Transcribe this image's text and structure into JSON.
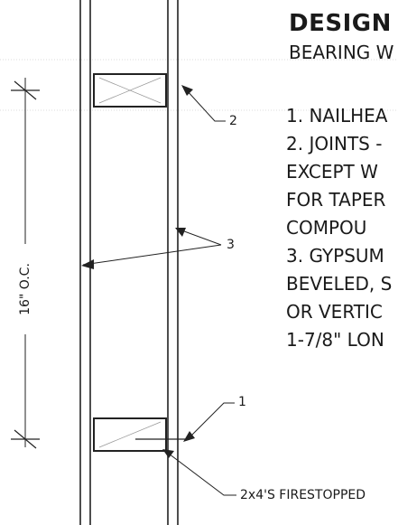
{
  "title": "DESIGN",
  "subtitle": "BEARING W",
  "notes": [
    "1. NAILHEA",
    "2. JOINTS -",
    "EXCEPT W",
    "FOR TAPER",
    "COMPOU",
    "3. GYPSUM",
    "BEVELED, S",
    "OR VERTIC",
    "1-7/8\" LON"
  ],
  "callouts": {
    "c1": "1",
    "c2": "2",
    "c3": "3"
  },
  "dimension": "16\" O.C.",
  "firestop_label": "2x4'S FIRESTOPPED"
}
